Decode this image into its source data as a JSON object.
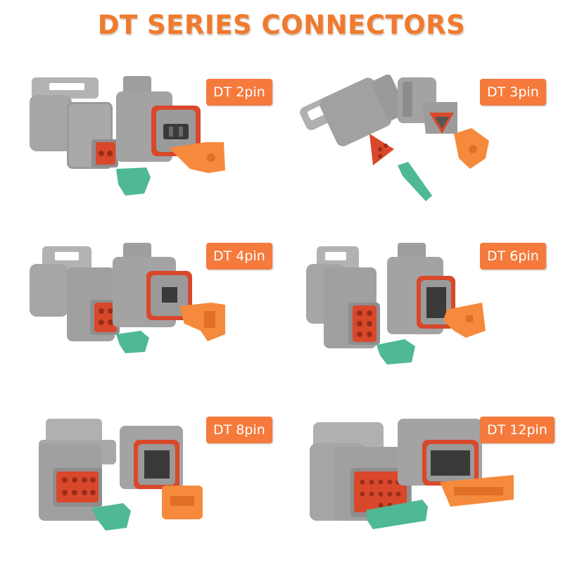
{
  "title": "DT SERIES CONNECTORS",
  "colors": {
    "title": "#f07a2e",
    "badge": "#f57a3c",
    "housing": "#9c9c9c",
    "seal": "#d9482b",
    "wedge_lock": "#4fb896",
    "grommet": "#f58a3c"
  },
  "products": [
    {
      "label": "DT 2pin",
      "pins": 2
    },
    {
      "label": "DT 3pin",
      "pins": 3
    },
    {
      "label": "DT 4pin",
      "pins": 4
    },
    {
      "label": "DT 6pin",
      "pins": 6
    },
    {
      "label": "DT 8pin",
      "pins": 8
    },
    {
      "label": "DT 12pin",
      "pins": 12
    }
  ]
}
